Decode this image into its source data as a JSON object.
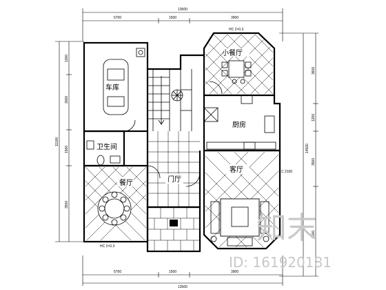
{
  "rooms": {
    "garage": "车库",
    "small_dining": "小餐厅",
    "kitchen": "厨房",
    "bathroom": "卫生间",
    "dining": "餐厅",
    "foyer": "门厅",
    "living": "客厅"
  },
  "dimension_texts": {
    "top_overall": "13500",
    "top_left": "5700",
    "top_mid": "1500",
    "top_right": "3900",
    "bottom_overall": "13500",
    "bottom_left": "5700",
    "bottom_mid": "1500",
    "bottom_right": "3900",
    "left_overall": "11100",
    "left_1": "1000",
    "left_2": "3000",
    "left_3": "1500",
    "left_4": "3500",
    "right_overall": "14500",
    "right_1": "3600",
    "right_2": "1200",
    "right_3": "3500",
    "right_4": "3500"
  },
  "small_texts": {
    "top_window": "HC 2×0.3",
    "bottom_window": "HC 2×0.3",
    "right_window": "C 2100"
  },
  "watermark": {
    "logo": "知末",
    "id": "ID: 161920181"
  }
}
